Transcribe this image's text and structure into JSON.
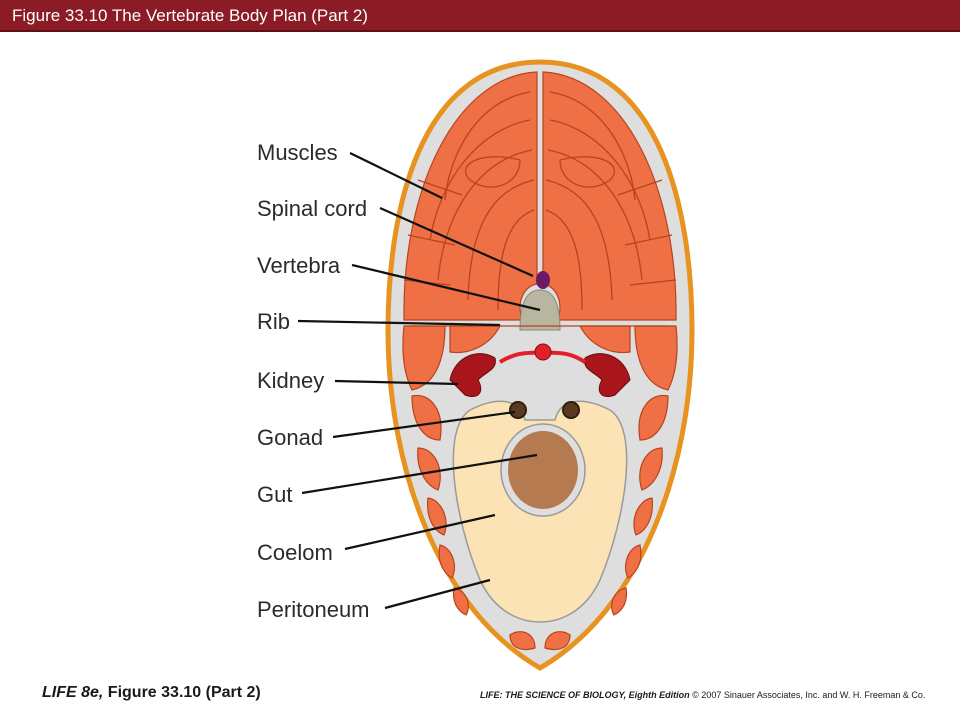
{
  "header": {
    "title": "Figure 33.10 The Vertebrate Body Plan (Part 2)"
  },
  "diagram": {
    "labels": [
      "Muscles",
      "Spinal cord",
      "Vertebra",
      "Rib",
      "Kidney",
      "Gonad",
      "Gut",
      "Coelom",
      "Peritoneum"
    ]
  },
  "footer": {
    "left_book": "LIFE 8e,",
    "left_fig": " Figure 33.10 (Part 2)",
    "right_book": "LIFE: THE SCIENCE OF BIOLOGY, Eighth Edition",
    "right_copy": "  © 2007 Sinauer Associates, Inc. and W. H. Freeman & Co."
  },
  "colors": {
    "title_bg": "#8b1c25",
    "outline": "#e8921f",
    "tissue": "#dedede",
    "muscle": "#ef7044",
    "muscle_line": "#b8431e",
    "vertebra": "#b8b6a0",
    "spinal_cord": "#6b1a66",
    "kidney": "#a8161b",
    "vessel": "#e3202a",
    "coelom": "#fbe3b5",
    "gut": "#b57a50",
    "gonad": "#5a3a1e"
  }
}
